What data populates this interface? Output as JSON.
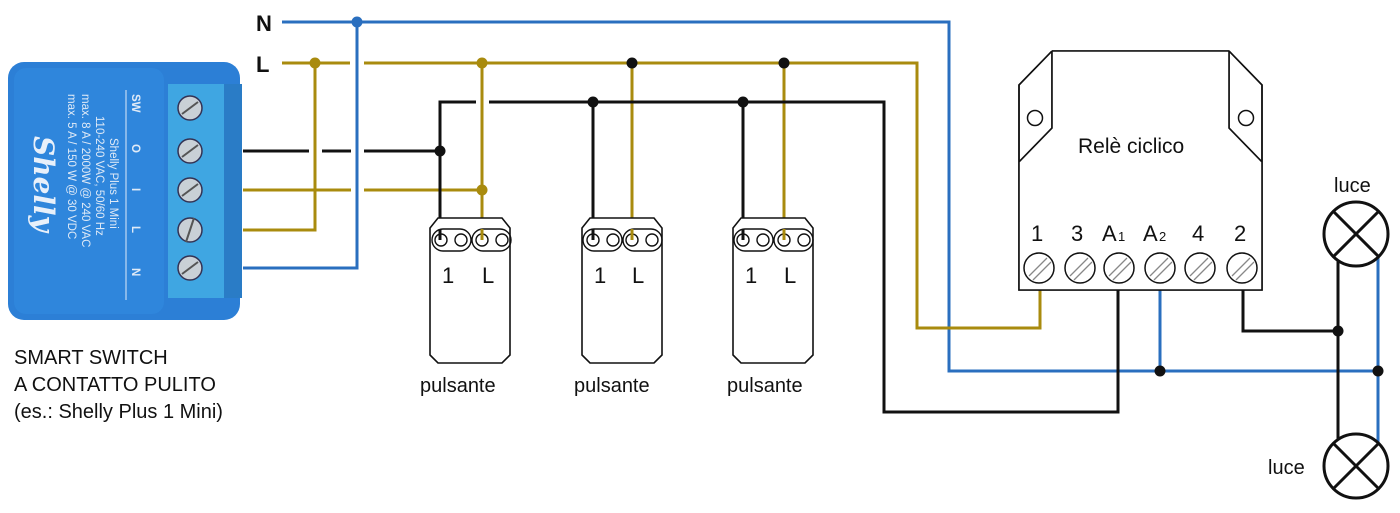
{
  "diagram": {
    "type": "wiring-diagram",
    "colors": {
      "neutral": "#2a6fbf",
      "line": "#a98b0e",
      "control": "#111111",
      "device_body": "#2c7fd6",
      "device_terminal": "#3fa6e2"
    },
    "supply_labels": {
      "neutral": "N",
      "line": "L"
    },
    "smart_switch": {
      "caption_lines": [
        "SMART SWITCH",
        "A CONTATTO PULITO",
        "(es.: Shelly Plus 1 Mini)"
      ],
      "brand": "Shelly",
      "model": "Shelly Plus 1 Mini",
      "spec_lines": [
        "110-240 VAC, 50/60 Hz",
        "max. 8 A / 2000W @ 240 VAC",
        "max. 5 A / 150 W @ 30 VDC"
      ],
      "terminals": [
        "SW",
        "O",
        "I",
        "L",
        "N"
      ]
    },
    "pushbuttons": [
      {
        "label": "pulsante",
        "terminals": [
          "1",
          "L"
        ]
      },
      {
        "label": "pulsante",
        "terminals": [
          "1",
          "L"
        ]
      },
      {
        "label": "pulsante",
        "terminals": [
          "1",
          "L"
        ]
      }
    ],
    "relay": {
      "title": "Relè ciclico",
      "terminals": [
        {
          "main": "1",
          "sub": ""
        },
        {
          "main": "3",
          "sub": ""
        },
        {
          "main": "A",
          "sub": "1"
        },
        {
          "main": "A",
          "sub": "2"
        },
        {
          "main": "4",
          "sub": ""
        },
        {
          "main": "2",
          "sub": ""
        }
      ]
    },
    "lamps": [
      {
        "label": "luce"
      },
      {
        "label": "luce"
      }
    ]
  }
}
